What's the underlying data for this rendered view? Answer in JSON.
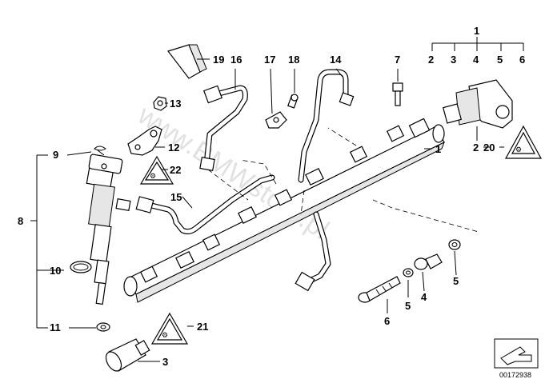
{
  "watermark": "www.BMWstore.pl",
  "image_number": "00172938",
  "part_labels": {
    "p1": "1",
    "p2": "2",
    "p3": "3",
    "p4": "4",
    "p5": "5",
    "p6": "6",
    "p7": "7",
    "p8": "8",
    "p9": "9",
    "p10": "10",
    "p11": "11",
    "p12": "12",
    "p13": "13",
    "p14": "14",
    "p15": "15",
    "p16": "16",
    "p17": "17",
    "p18": "18",
    "p19": "19",
    "p20": "20",
    "p21": "21",
    "p22": "22"
  },
  "kit_labels": {
    "top": "1",
    "items": [
      "2",
      "3",
      "4",
      "5",
      "6"
    ]
  },
  "rail_callouts": {
    "c2": "2",
    "c5a": "5",
    "c5b": "5",
    "c4": "4",
    "c6": "6"
  }
}
